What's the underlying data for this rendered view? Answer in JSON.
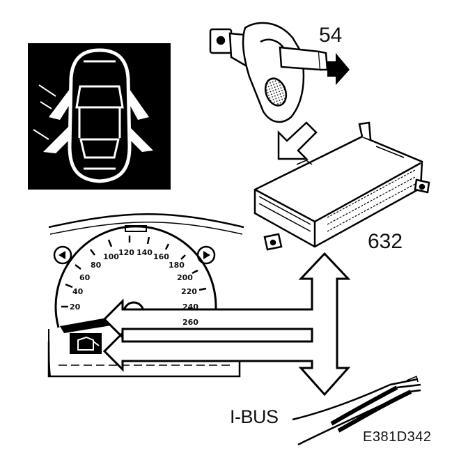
{
  "labels": {
    "door_switch": "54",
    "control_module": "632",
    "bus": "I-BUS",
    "figure_code": "E381D342"
  },
  "speedometer": {
    "ticks": [
      "20",
      "40",
      "60",
      "80",
      "100",
      "120",
      "140",
      "160",
      "180",
      "200",
      "220",
      "240",
      "260"
    ]
  },
  "colors": {
    "ink": "#000000",
    "paper": "#ffffff"
  },
  "icons": [
    "car-doors-open-icon",
    "door-switch-icon",
    "control-module-icon",
    "speedometer-icon",
    "door-warning-lamp-icon",
    "bus-cable-icon"
  ]
}
